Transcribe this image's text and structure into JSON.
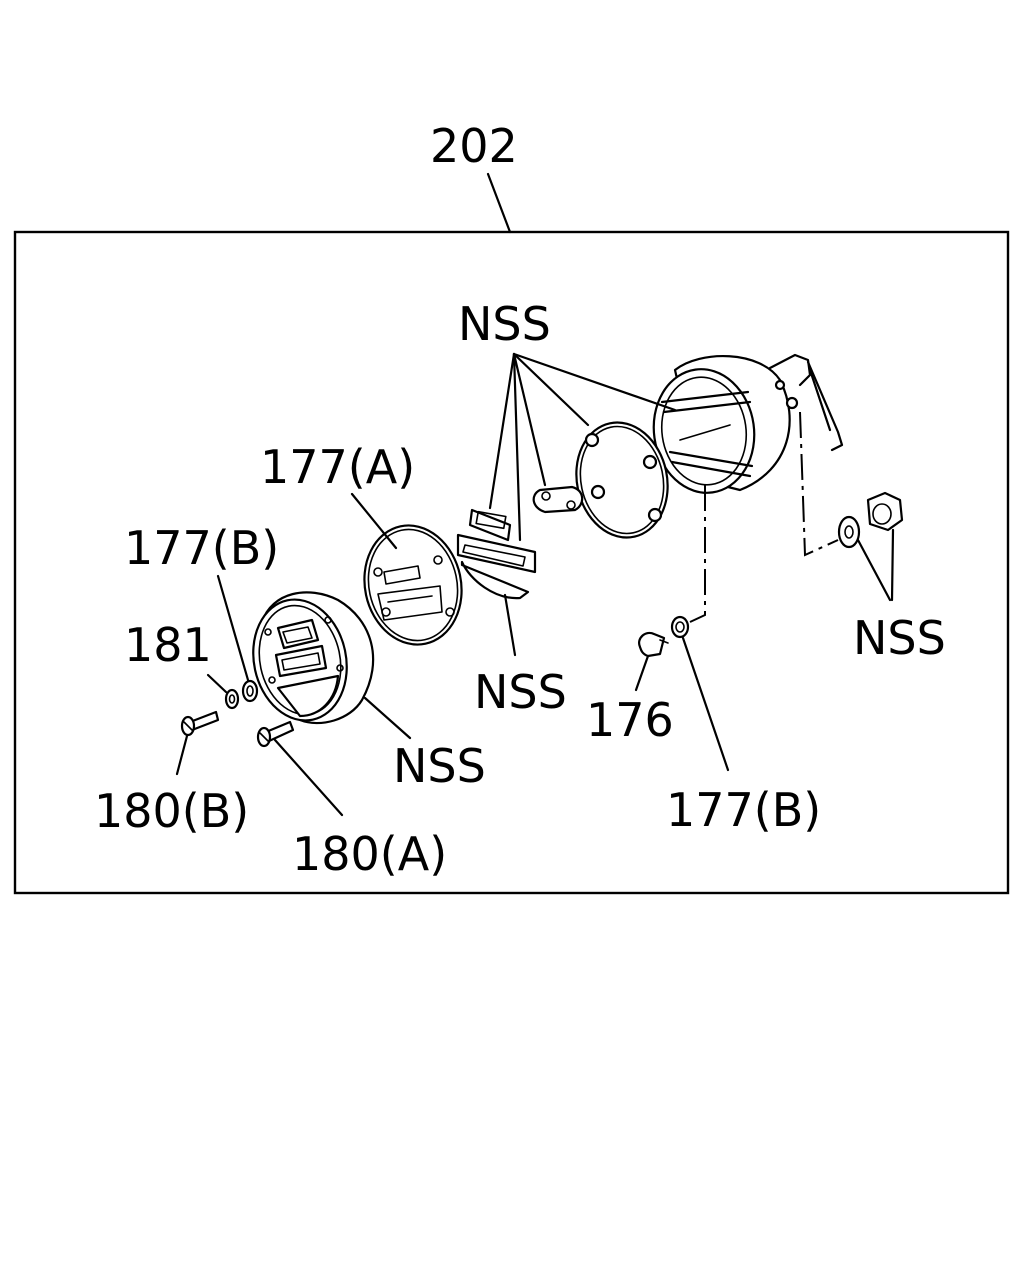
{
  "diagram": {
    "assembly_callout": "202",
    "labels": {
      "nss_top": "NSS",
      "lens_177a": "177(A)",
      "washer_177b_left": "177(B)",
      "ring_181": "181",
      "screw_180b": "180(B)",
      "screw_180a": "180(A)",
      "nss_lens_body": "NSS",
      "nss_reflector": "NSS",
      "bulb_176": "176",
      "socket_177b_right": "177(B)",
      "nss_right_nut": "NSS"
    }
  }
}
